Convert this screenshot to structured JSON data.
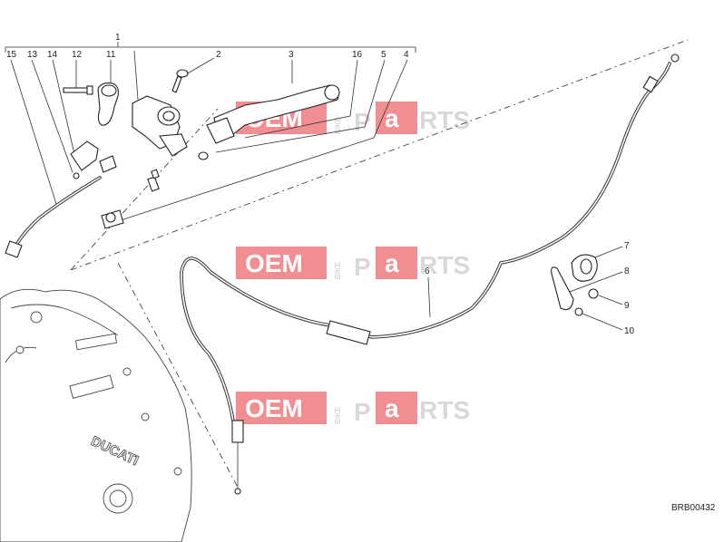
{
  "diagram": {
    "reference_code": "BRB00432",
    "group_label": "1",
    "callouts": [
      "15",
      "13",
      "14",
      "12",
      "11",
      "2",
      "3",
      "16",
      "5",
      "4",
      "6",
      "7",
      "8",
      "9",
      "10"
    ]
  },
  "watermark": {
    "oem": "OEM",
    "bike": "BIKE",
    "p": "P",
    "a": "a",
    "rts": "RTS",
    "color_red": "#e7323a",
    "color_grey": "#b9b9b9"
  },
  "engine_cover": {
    "brand": "DUCATI"
  }
}
